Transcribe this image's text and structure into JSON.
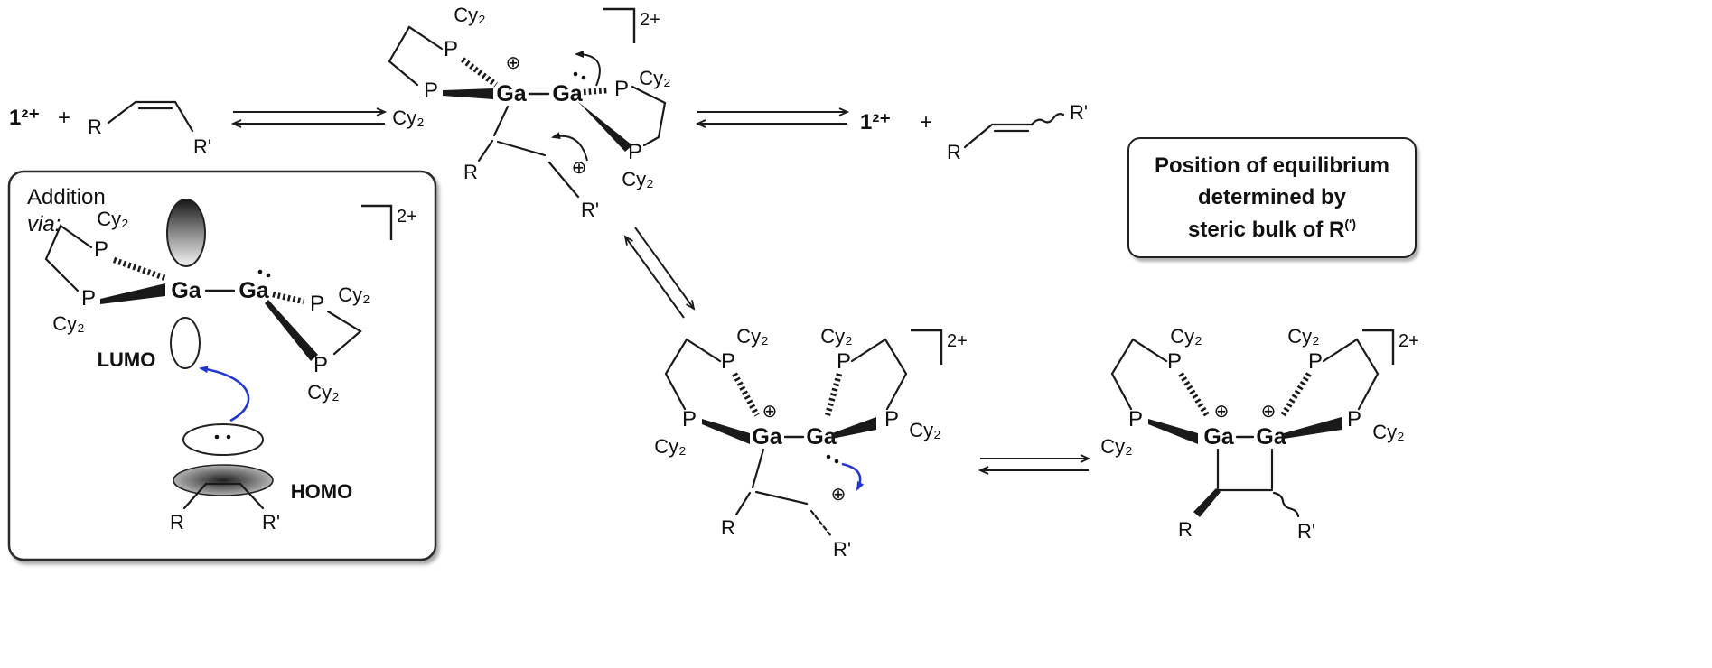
{
  "colors": {
    "gallium": "#15807b",
    "arrow_blue": "#2236d0",
    "ink": "#1a1a1a"
  },
  "atoms": {
    "gallium": "Ga",
    "phosphorus": "P",
    "cy2": "Cy₂",
    "r": "R",
    "r_prime": "R'"
  },
  "symbols": {
    "species_1": "1²⁺",
    "plus": "+",
    "charge_2plus": "2+",
    "plus_circled": "⊕"
  },
  "left_box": {
    "title_line1": "Addition",
    "title_line2": "via:",
    "lumo_label": "LUMO",
    "homo_label": "HOMO"
  },
  "right_box": {
    "line1": "Position of equilibrium",
    "line2": "determined by",
    "line3_main": "steric bulk of R",
    "line3_sup": "(')"
  }
}
